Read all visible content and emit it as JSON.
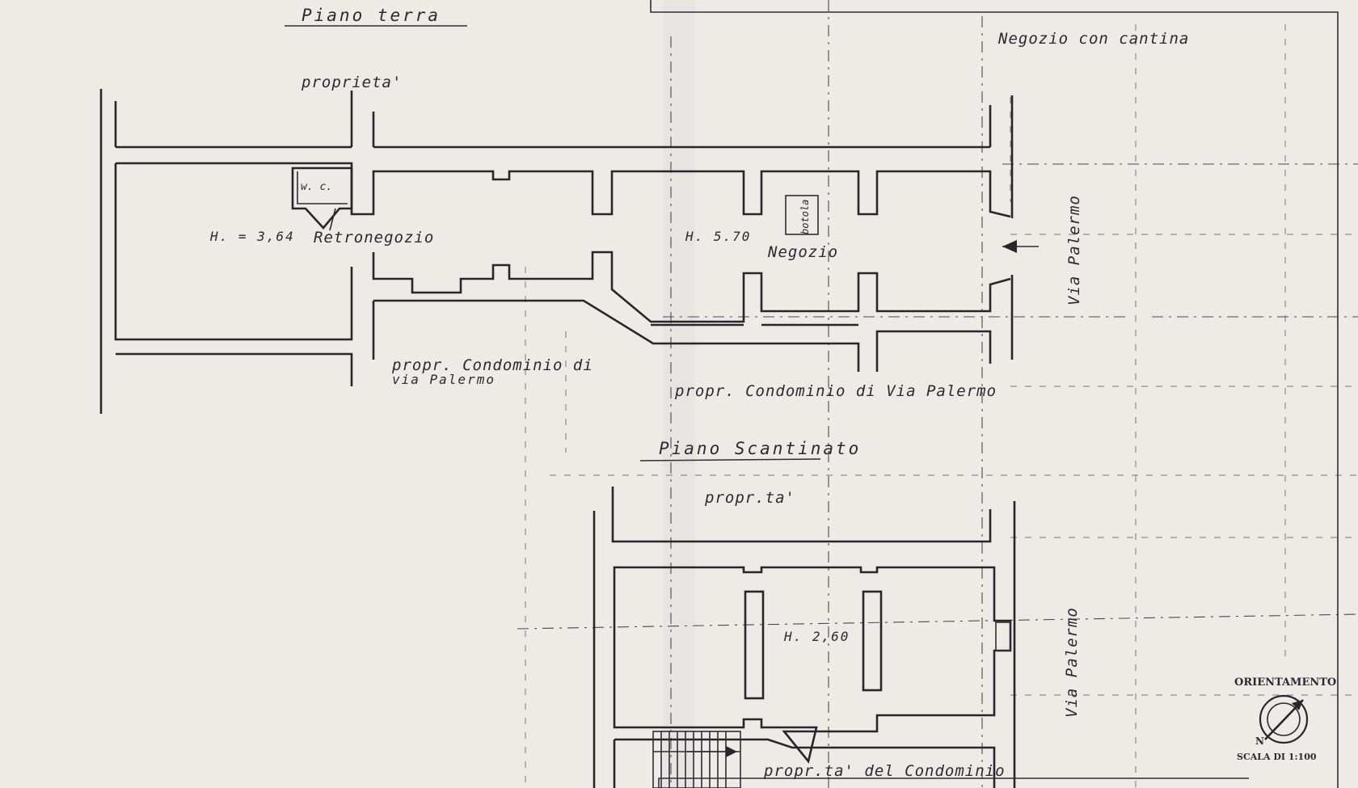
{
  "plan": {
    "ground_floor": {
      "title": "Piano terra",
      "neighbor_top": "proprieta'",
      "toilet": "w. c.",
      "back_shop_height": "H. = 3,64",
      "back_shop": "Retronegozio",
      "shop_height": "H. 5.70",
      "shop": "Negozio",
      "safe": "botola",
      "neighbor_bottom_left_1": "propr. Condominio di",
      "neighbor_bottom_left_2": "via Palermo",
      "neighbor_bottom_right": "propr. Condominio di Via Palermo",
      "street": "Via Palermo"
    },
    "header_note": "Negozio con cantina",
    "basement": {
      "title": "Piano Scantinato",
      "neighbor_top": "propr.ta'",
      "height": "H. 2,60",
      "street": "Via Palermo",
      "neighbor_bottom": "propr.ta' del Condominio"
    },
    "orientation": {
      "label": "ORIENTAMENTO",
      "north": "N",
      "scale": "SCALA DI 1:100"
    }
  },
  "colors": {
    "paper": "#ecebe6",
    "ink": "#26262c"
  },
  "icons": [
    "north-arrow-icon",
    "entrance-arrow-icon",
    "stair-arrow-icon"
  ]
}
